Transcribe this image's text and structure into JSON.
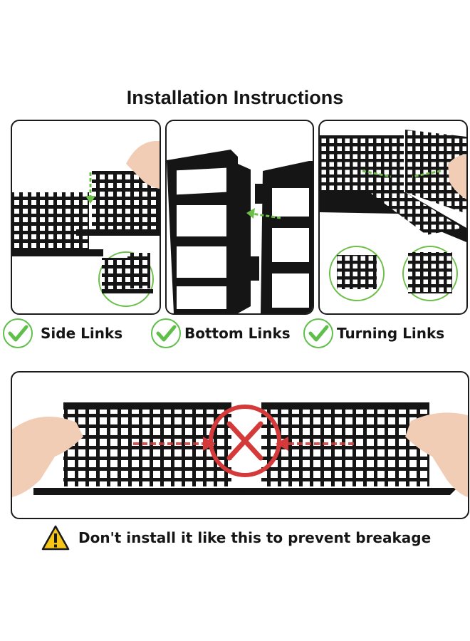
{
  "title": "Installation Instructions",
  "links": {
    "side": "Side Links",
    "bottom": "Bottom Links",
    "turning": "Turning Links"
  },
  "warning_text": "Don't install it like this to prevent breakage",
  "colors": {
    "check_green": "#5fbf4a",
    "arrow_green": "#6cc04a",
    "wrong_red": "#d43a3a",
    "warning_yellow": "#f5c518",
    "panel_black": "#151515"
  },
  "icons": {
    "check": "check-circle-icon",
    "warning": "warning-triangle-icon",
    "wrong": "x-circle-icon"
  }
}
